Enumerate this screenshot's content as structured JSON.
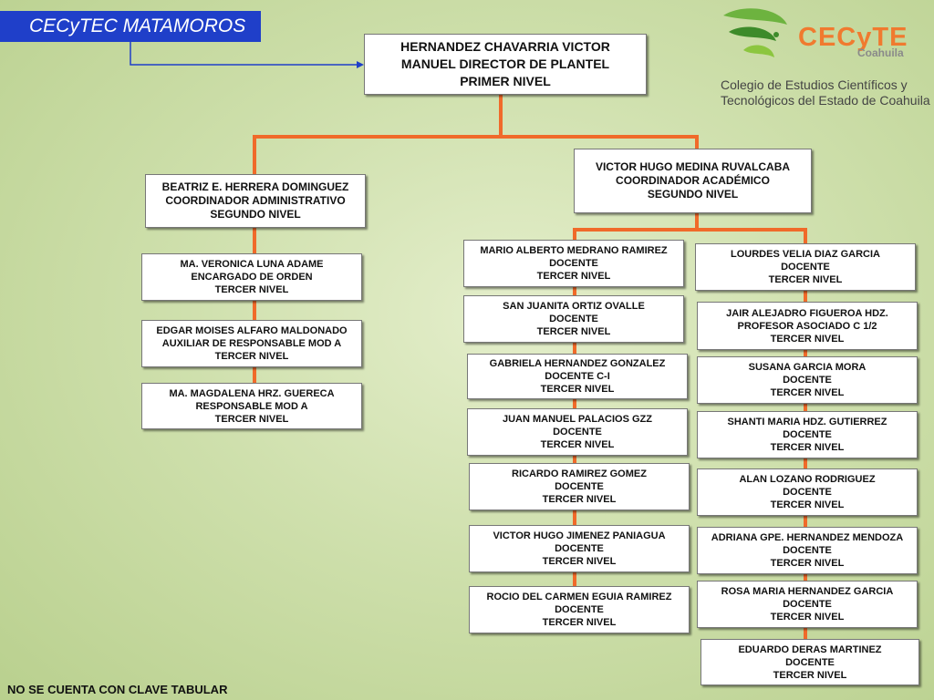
{
  "title": "CECyTEC MATAMOROS",
  "logo": {
    "brand": "CECyTE",
    "region": "Coahuila",
    "line1": "Colegio de Estudios Científicos y",
    "line2": "Tecnológicos del Estado de Coahuila"
  },
  "director": {
    "line1": "HERNANDEZ CHAVARRIA VICTOR",
    "line2": "MANUEL DIRECTOR DE PLANTEL",
    "line3": "PRIMER NIVEL"
  },
  "admin": {
    "name": "BEATRIZ E. HERRERA DOMINGUEZ",
    "role": "COORDINADOR ADMINISTRATIVO",
    "level": "SEGUNDO NIVEL"
  },
  "academic": {
    "name": "VICTOR HUGO MEDINA RUVALCABA",
    "role": "COORDINADOR ACADÉMICO",
    "level": "SEGUNDO NIVEL"
  },
  "admin_staff": [
    {
      "name": "MA. VERONICA LUNA ADAME",
      "role": "ENCARGADO DE ORDEN",
      "level": "TERCER NIVEL"
    },
    {
      "name": "EDGAR MOISES ALFARO MALDONADO",
      "role": "AUXILIAR DE RESPONSABLE MOD A",
      "level": "TERCER NIVEL"
    },
    {
      "name": "MA. MAGDALENA HRZ. GUERECA",
      "role": "RESPONSABLE MOD A",
      "level": "TERCER NIVEL"
    }
  ],
  "teachers_left": [
    {
      "name": "MARIO ALBERTO MEDRANO RAMIREZ",
      "role": "DOCENTE",
      "level": "TERCER NIVEL"
    },
    {
      "name": "SAN JUANITA ORTIZ  OVALLE",
      "role": "DOCENTE",
      "level": "TERCER NIVEL"
    },
    {
      "name": "GABRIELA HERNANDEZ GONZALEZ",
      "role": "DOCENTE  C-I",
      "level": "TERCER NIVEL"
    },
    {
      "name": "JUAN MANUEL PALACIOS GZZ",
      "role": "DOCENTE",
      "level": "TERCER NIVEL"
    },
    {
      "name": "RICARDO RAMIREZ GOMEZ",
      "role": "DOCENTE",
      "level": "TERCER NIVEL"
    },
    {
      "name": "VICTOR HUGO JIMENEZ PANIAGUA",
      "role": "DOCENTE",
      "level": "TERCER NIVEL"
    },
    {
      "name": "ROCIO DEL CARMEN EGUIA RAMIREZ",
      "role": "DOCENTE",
      "level": "TERCER NIVEL"
    }
  ],
  "teachers_right": [
    {
      "name": "LOURDES VELIA DIAZ GARCIA",
      "role": "DOCENTE",
      "level": "TERCER NIVEL"
    },
    {
      "name": "JAIR ALEJADRO FIGUEROA HDZ.",
      "role": "PROFESOR ASOCIADO C 1/2",
      "level": "TERCER NIVEL"
    },
    {
      "name": "SUSANA GARCIA MORA",
      "role": "DOCENTE",
      "level": "TERCER NIVEL"
    },
    {
      "name": "SHANTI MARIA HDZ. GUTIERREZ",
      "role": "DOCENTE",
      "level": "TERCER NIVEL"
    },
    {
      "name": "ALAN LOZANO RODRIGUEZ",
      "role": "DOCENTE",
      "level": "TERCER NIVEL"
    },
    {
      "name": "ADRIANA GPE. HERNANDEZ MENDOZA",
      "role": "DOCENTE",
      "level": "TERCER NIVEL"
    },
    {
      "name": "ROSA MARIA HERNANDEZ GARCIA",
      "role": "DOCENTE",
      "level": "TERCER NIVEL"
    },
    {
      "name": "EDUARDO DERAS MARTINEZ",
      "role": "DOCENTE",
      "level": "TERCER NIVEL"
    }
  ],
  "footer": "NO SE CUENTA CON CLAVE TABULAR",
  "colors": {
    "connector": "#f06a2a",
    "title_bg": "#1f3fc9",
    "arrow": "#1f3fc9"
  }
}
